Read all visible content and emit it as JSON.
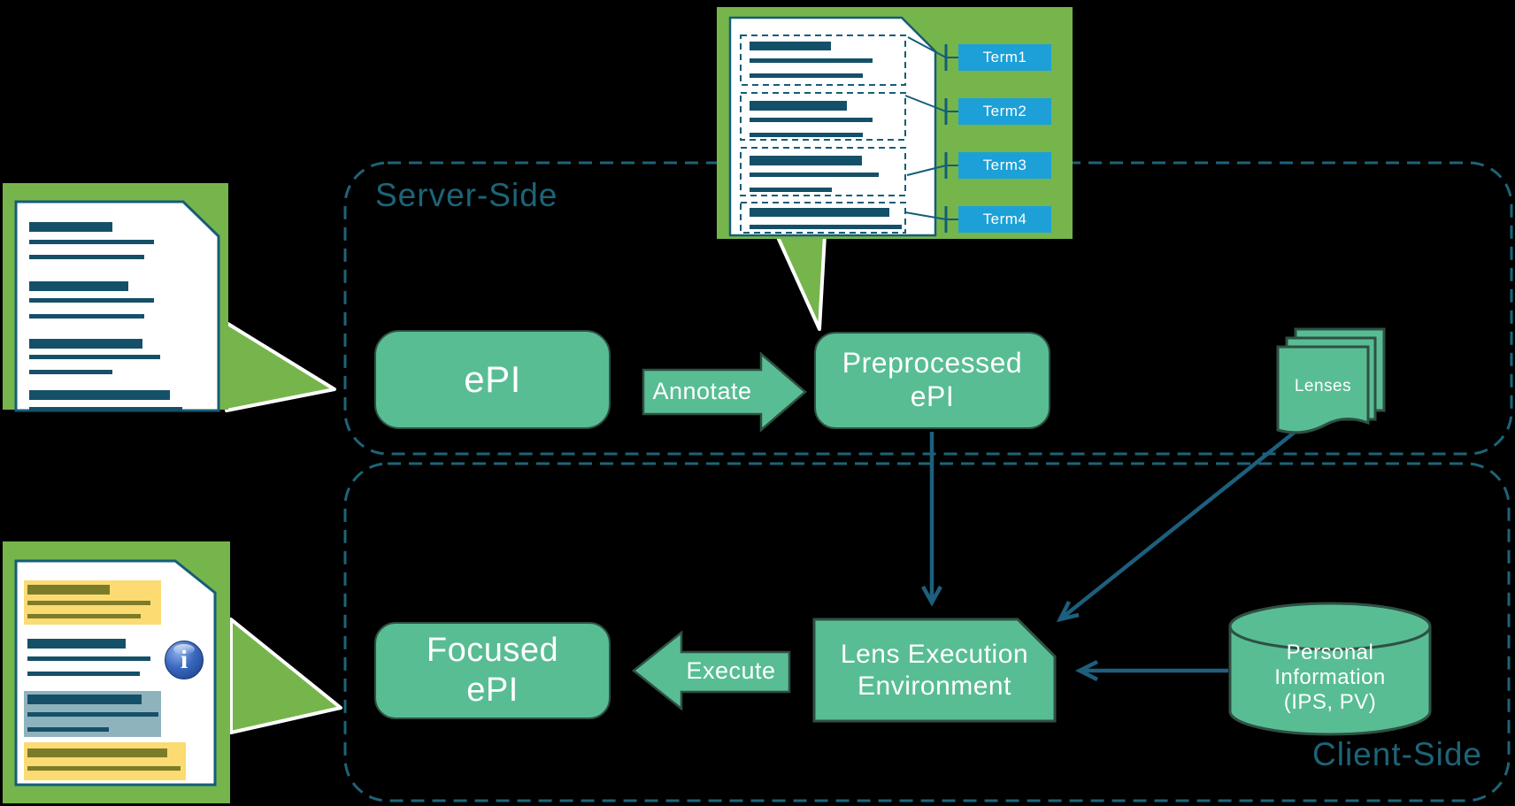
{
  "colors": {
    "background": "#000000",
    "node_green": "#58bd93",
    "node_border": "#2f5044",
    "callout_green": "#76b54b",
    "flow_arrow_teal": "#1d5f7d",
    "document_line_teal": "#155069",
    "dashed_region_teal": "#1d6478",
    "term_blue": "#1ca0d7",
    "highlight_yellow": "#fbdb72",
    "highlight_olive": "#7c7b2a",
    "highlight_steel_blue": "#8fb3bd",
    "info_icon_blue": "#2c5db0",
    "label_white": "#ffffff"
  },
  "sections": {
    "server": {
      "label": "Server-Side"
    },
    "client": {
      "label": "Client-Side"
    }
  },
  "nodes": {
    "epi": {
      "label": "ePI"
    },
    "preprocessed_epi": {
      "label": "Preprocessed ePI"
    },
    "focused_epi": {
      "label": "Focused ePI"
    },
    "lens_execution_environment": {
      "label": "Lens Execution Environment"
    },
    "lenses": {
      "label": "Lenses"
    },
    "personal_information": {
      "label": "Personal Information (IPS, PV)"
    }
  },
  "arrows": {
    "annotate": {
      "label": "Annotate"
    },
    "execute": {
      "label": "Execute"
    }
  },
  "terms": [
    {
      "label": "Term1"
    },
    {
      "label": "Term2"
    },
    {
      "label": "Term3"
    },
    {
      "label": "Term4"
    }
  ],
  "icons": {
    "info": "i"
  }
}
